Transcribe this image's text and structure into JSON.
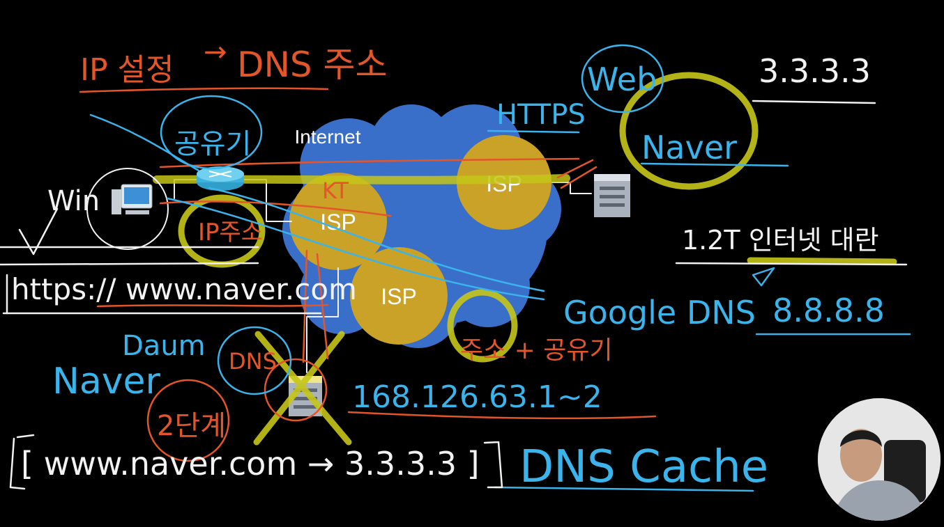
{
  "diagram": {
    "cloud_label": "Internet",
    "isp_labels": [
      "ISP",
      "ISP",
      "ISP"
    ],
    "handwriting": {
      "title_left": "IP 설정",
      "title_arrow": "→",
      "title_right": "DNS 주소",
      "https": "HTTPS",
      "web": "Web",
      "naver_server": "Naver",
      "naver_ip": "3.3.3.3",
      "win": "Win",
      "kt": "KT",
      "ip_addr": "IP주소",
      "url": "https:// www.naver.com",
      "traffic_note": "1.2T 인터넷 대란",
      "google_dns": "Google DNS",
      "google_ip": "8.8.8.8",
      "daum": "Daum",
      "naver_left": "Naver",
      "dns": "DNS",
      "two_steps": "2단계",
      "dns_server_ip": "168.126.63.1~2",
      "cache_entry": "[ www.naver.com → 3.3.3.3 ]",
      "dns_cache": "DNS Cache",
      "gongyu": "공유기",
      "mix_note": "주소 + 공유기"
    },
    "colors": {
      "cloud": "#3a6fc9",
      "isp_circle": "#c9a227",
      "highlight": "#c6c619",
      "orange_ink": "#e2562a",
      "blue_ink": "#3ab4ea",
      "white_ink": "#f2f2f2"
    }
  }
}
